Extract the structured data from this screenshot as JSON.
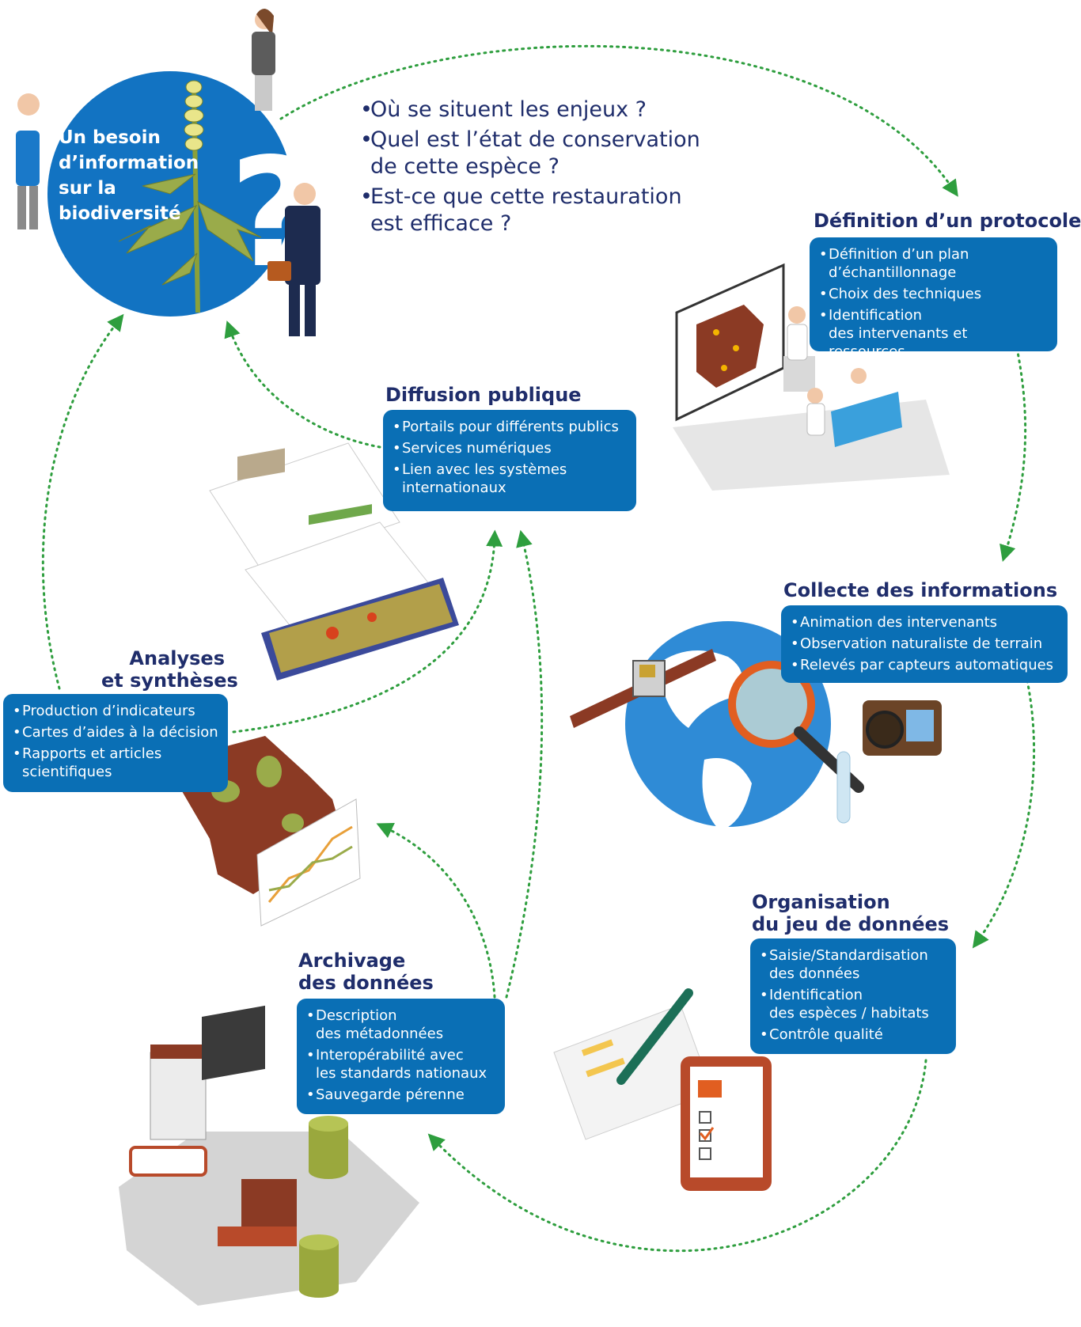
{
  "center": {
    "label_lines": [
      "Un besoin",
      "d’information",
      "sur la",
      "biodiversité"
    ]
  },
  "questions": [
    [
      "Où se situent les enjeux ?"
    ],
    [
      "Quel est l’état de conservation",
      "de cette espèce ?"
    ],
    [
      "Est-ce que cette restauration",
      "est efficace ?"
    ]
  ],
  "steps": {
    "protocole": {
      "title_lines": [
        "Définition d’un protocole"
      ],
      "items": [
        [
          "Définition d’un plan",
          "d’échantillonnage"
        ],
        [
          "Choix des techniques"
        ],
        [
          "Identification",
          "des intervenants et ressources"
        ]
      ]
    },
    "collecte": {
      "title_lines": [
        "Collecte des informations"
      ],
      "items": [
        [
          "Animation des intervenants"
        ],
        [
          "Observation naturaliste de terrain"
        ],
        [
          "Relevés par capteurs automatiques"
        ]
      ]
    },
    "organisation": {
      "title_lines": [
        "Organisation",
        "du jeu de données"
      ],
      "items": [
        [
          "Saisie/Standardisation",
          "des données"
        ],
        [
          "Identification",
          "des espèces / habitats"
        ],
        [
          "Contrôle qualité"
        ]
      ]
    },
    "archivage": {
      "title_lines": [
        "Archivage",
        "des données"
      ],
      "items": [
        [
          "Description",
          "des métadonnées"
        ],
        [
          "Interopérabilité avec",
          "les standards nationaux"
        ],
        [
          "Sauvegarde pérenne"
        ]
      ]
    },
    "analyses": {
      "title_lines": [
        "Analyses",
        "et synthèses"
      ],
      "items": [
        [
          "Production d’indicateurs"
        ],
        [
          "Cartes d’aides à la décision"
        ],
        [
          "Rapports et articles",
          "scientifiques"
        ]
      ]
    },
    "diffusion": {
      "title_lines": [
        "Diffusion publique"
      ],
      "items": [
        [
          "Portails pour différents publics"
        ],
        [
          "Services numériques"
        ],
        [
          "Lien avec les systèmes",
          "internationaux"
        ]
      ]
    }
  },
  "colors": {
    "box": "#0a6fb5",
    "title": "#1f2d6b",
    "arrow": "#2e9e3e",
    "circle": "#1273c2",
    "france": "#8b3a24",
    "leaf": "#9aab4a"
  },
  "icons": [
    "question-mark-icon",
    "plant-icon",
    "person-icon",
    "map-board-icon",
    "satellite-icon",
    "globe-icon",
    "magnifier-icon",
    "camera-icon",
    "tablet-icon",
    "pencil-icon",
    "computer-icon",
    "database-icon",
    "laptop-icon",
    "france-map-icon",
    "line-chart-icon",
    "web-portal-icon"
  ]
}
